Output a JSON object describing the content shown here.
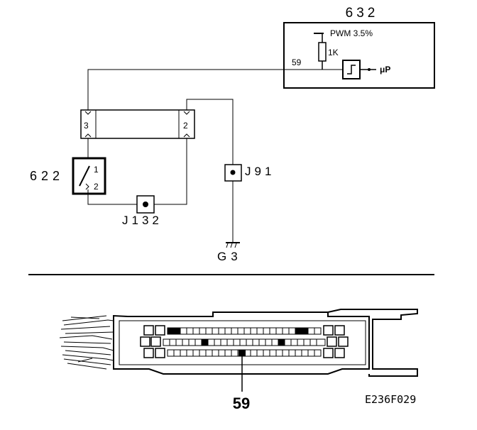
{
  "schematic": {
    "ecu": {
      "id": "632",
      "pwm_label": "PWM 3.5%",
      "resistor_label": "1K",
      "pin_label": "59",
      "output_label": "μP"
    },
    "connector_pins": {
      "left": "3",
      "right": "2"
    },
    "switch": {
      "id": "622",
      "pin1": "1",
      "pin2": "2"
    },
    "junctions": {
      "j132": "J132",
      "j91": "J91"
    },
    "ground": "G3"
  },
  "connector_view": {
    "pin_callout": "59",
    "figure_code": "E236F029"
  }
}
